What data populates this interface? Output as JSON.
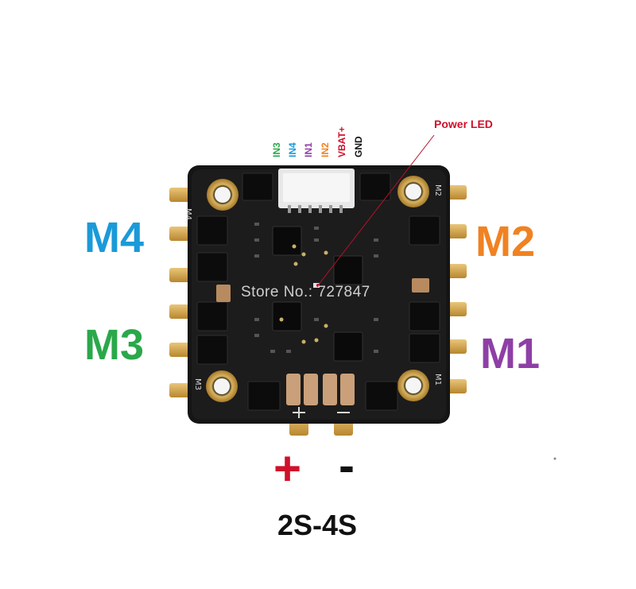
{
  "pins": [
    {
      "label": "IN3",
      "color": "#2aa84a"
    },
    {
      "label": "IN4",
      "color": "#1a9ad9"
    },
    {
      "label": "IN1",
      "color": "#8e3fa6"
    },
    {
      "label": "IN2",
      "color": "#f08222"
    },
    {
      "label": "VBAT+",
      "color": "#d0102a"
    },
    {
      "label": "GND",
      "color": "#111111"
    }
  ],
  "motors": {
    "m4": {
      "label": "M4",
      "color": "#1a9ad9"
    },
    "m2": {
      "label": "M2",
      "color": "#f08222"
    },
    "m3": {
      "label": "M3",
      "color": "#2aa84a"
    },
    "m1": {
      "label": "M1",
      "color": "#8e3fa6"
    }
  },
  "pcb_silkscreen": {
    "m4": "M4",
    "m2": "M2",
    "m3": "M3",
    "m1": "M1"
  },
  "callout": {
    "label": "Power LED",
    "color": "#d0102a"
  },
  "watermark": "Store No.: 727847",
  "polarity": {
    "positive": "+",
    "negative": "-",
    "positive_color": "#d0102a",
    "negative_color": "#111111"
  },
  "voltage": "2S-4S"
}
